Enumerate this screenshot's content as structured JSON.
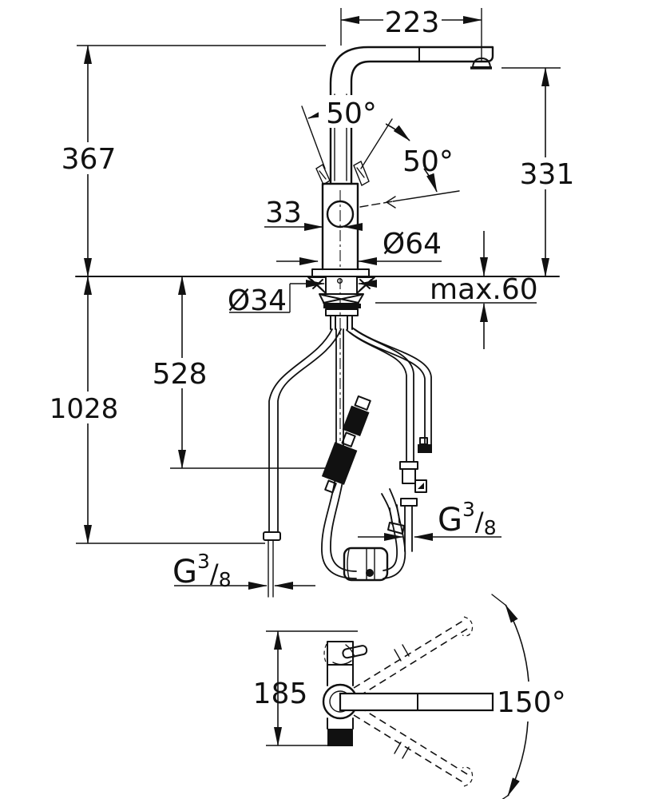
{
  "meta": {
    "drawing_type": "faucet technical dimension drawing",
    "background_color": "#ffffff",
    "line_color": "#111111"
  },
  "labels": {
    "spout_reach": "223",
    "total_height": "367",
    "spout_height": "331",
    "handle_angle_left": "50°",
    "handle_angle_right": "50°",
    "dim_33": "33",
    "base_diameter": "Ø64",
    "hole_diameter": "Ø34",
    "max_counter_thickness": "max.60",
    "below_deck_dim": "528",
    "hose_length": "1028",
    "plan_depth": "185",
    "swivel_angle": "150°",
    "thread": {
      "prefix": "G",
      "numerator": "3",
      "slash": "/",
      "denominator": "8"
    }
  }
}
